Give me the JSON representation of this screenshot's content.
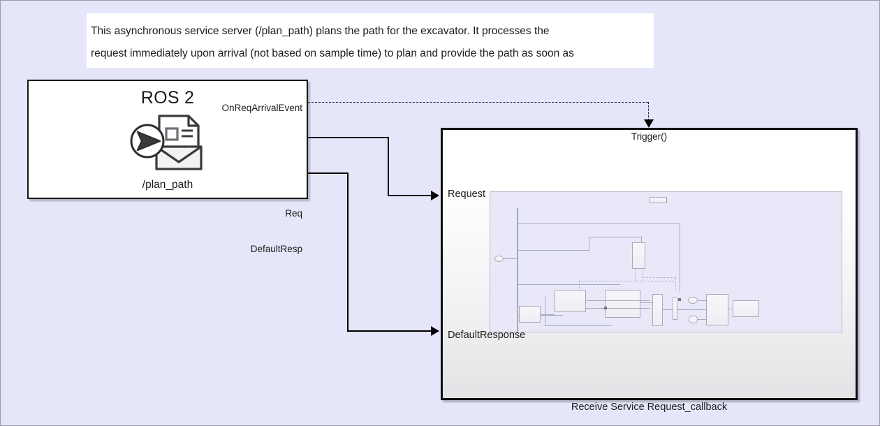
{
  "canvas": {
    "background_color": "#e6e6fa",
    "border_color": "#9a9aaa"
  },
  "annotation": {
    "name": "model-annotation",
    "line1": "This asynchronous service server (/plan_path) plans the path for the excavator. It processes the",
    "line2": "request immediately upon arrival (not based on sample time) to plan and provide the path as soon as",
    "background_color": "#ffffff"
  },
  "ros_block": {
    "title": "ROS 2",
    "service_name": "/plan_path",
    "icon": "ros2-service-envelope-icon",
    "ports": [
      {
        "label": "OnReqArrivalEvent",
        "kind": "event-output"
      },
      {
        "label": "Req",
        "kind": "signal-output"
      },
      {
        "label": "DefaultResp",
        "kind": "signal-output"
      }
    ]
  },
  "subsystem": {
    "caption": "Receive Service Request_callback",
    "trigger_label": "Trigger()",
    "ports": [
      {
        "label": "Request",
        "kind": "input"
      },
      {
        "label": "DefaultResponse",
        "kind": "input"
      }
    ],
    "thumbnail": {
      "name": "subsystem-preview-thumbnail",
      "background_color": "#e8e8f8",
      "border_color": "#b9b9cc"
    }
  },
  "connections": [
    {
      "from": "OnReqArrivalEvent",
      "to": "Trigger()",
      "style": "dashed",
      "color": "#1b1b4d"
    },
    {
      "from": "Req",
      "to": "Request",
      "style": "solid",
      "color": "#000000"
    },
    {
      "from": "DefaultResp",
      "to": "DefaultResponse",
      "style": "solid",
      "color": "#000000"
    }
  ]
}
